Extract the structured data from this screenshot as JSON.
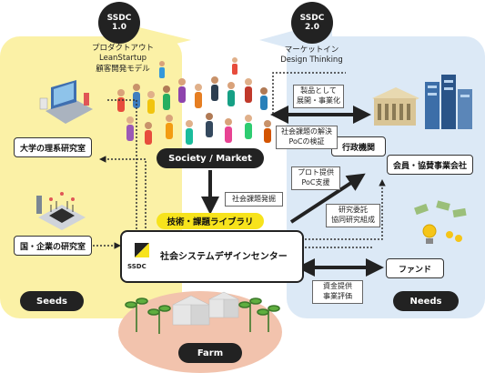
{
  "ssdc1": {
    "line1": "SSDC",
    "line2": "1.0",
    "caption_lines": [
      "プロダクトアウト",
      "LeanStartup",
      "顧客開発モデル"
    ]
  },
  "ssdc2": {
    "line1": "SSDC",
    "line2": "2.0",
    "caption_lines": [
      "マーケットイン",
      "Design Thinking"
    ]
  },
  "seeds": {
    "lab_university": "大学の理系研究室",
    "lab_corporate": "国・企業の研究室",
    "pill": "Seeds"
  },
  "needs": {
    "government": "行政機関",
    "members": "会員・協賛事業会社",
    "fund": "ファンド",
    "pill": "Needs"
  },
  "society": {
    "pill": "Society / Market"
  },
  "labels": {
    "product": [
      "製品として",
      "展開・事業化"
    ],
    "issue_solution": [
      "社会課題の解決",
      "PoCの検証"
    ],
    "prototype": [
      "プロト提供",
      "PoC支援"
    ],
    "issue_discovery": "社会課題発掘",
    "research": [
      "研究委託",
      "協同研究組成"
    ],
    "funding": [
      "資金提供",
      "事業評価"
    ]
  },
  "library": "技術・課題ライブラリ",
  "center": {
    "name": "社会システムデザインセンター",
    "logo_text": "SSDC"
  },
  "farm": {
    "pill": "Farm"
  },
  "colors": {
    "seeds": "#fbf1a6",
    "needs": "#dce9f6",
    "accent": "#f7e31c",
    "dark": "#222222",
    "farm": "#f2c3ad"
  }
}
